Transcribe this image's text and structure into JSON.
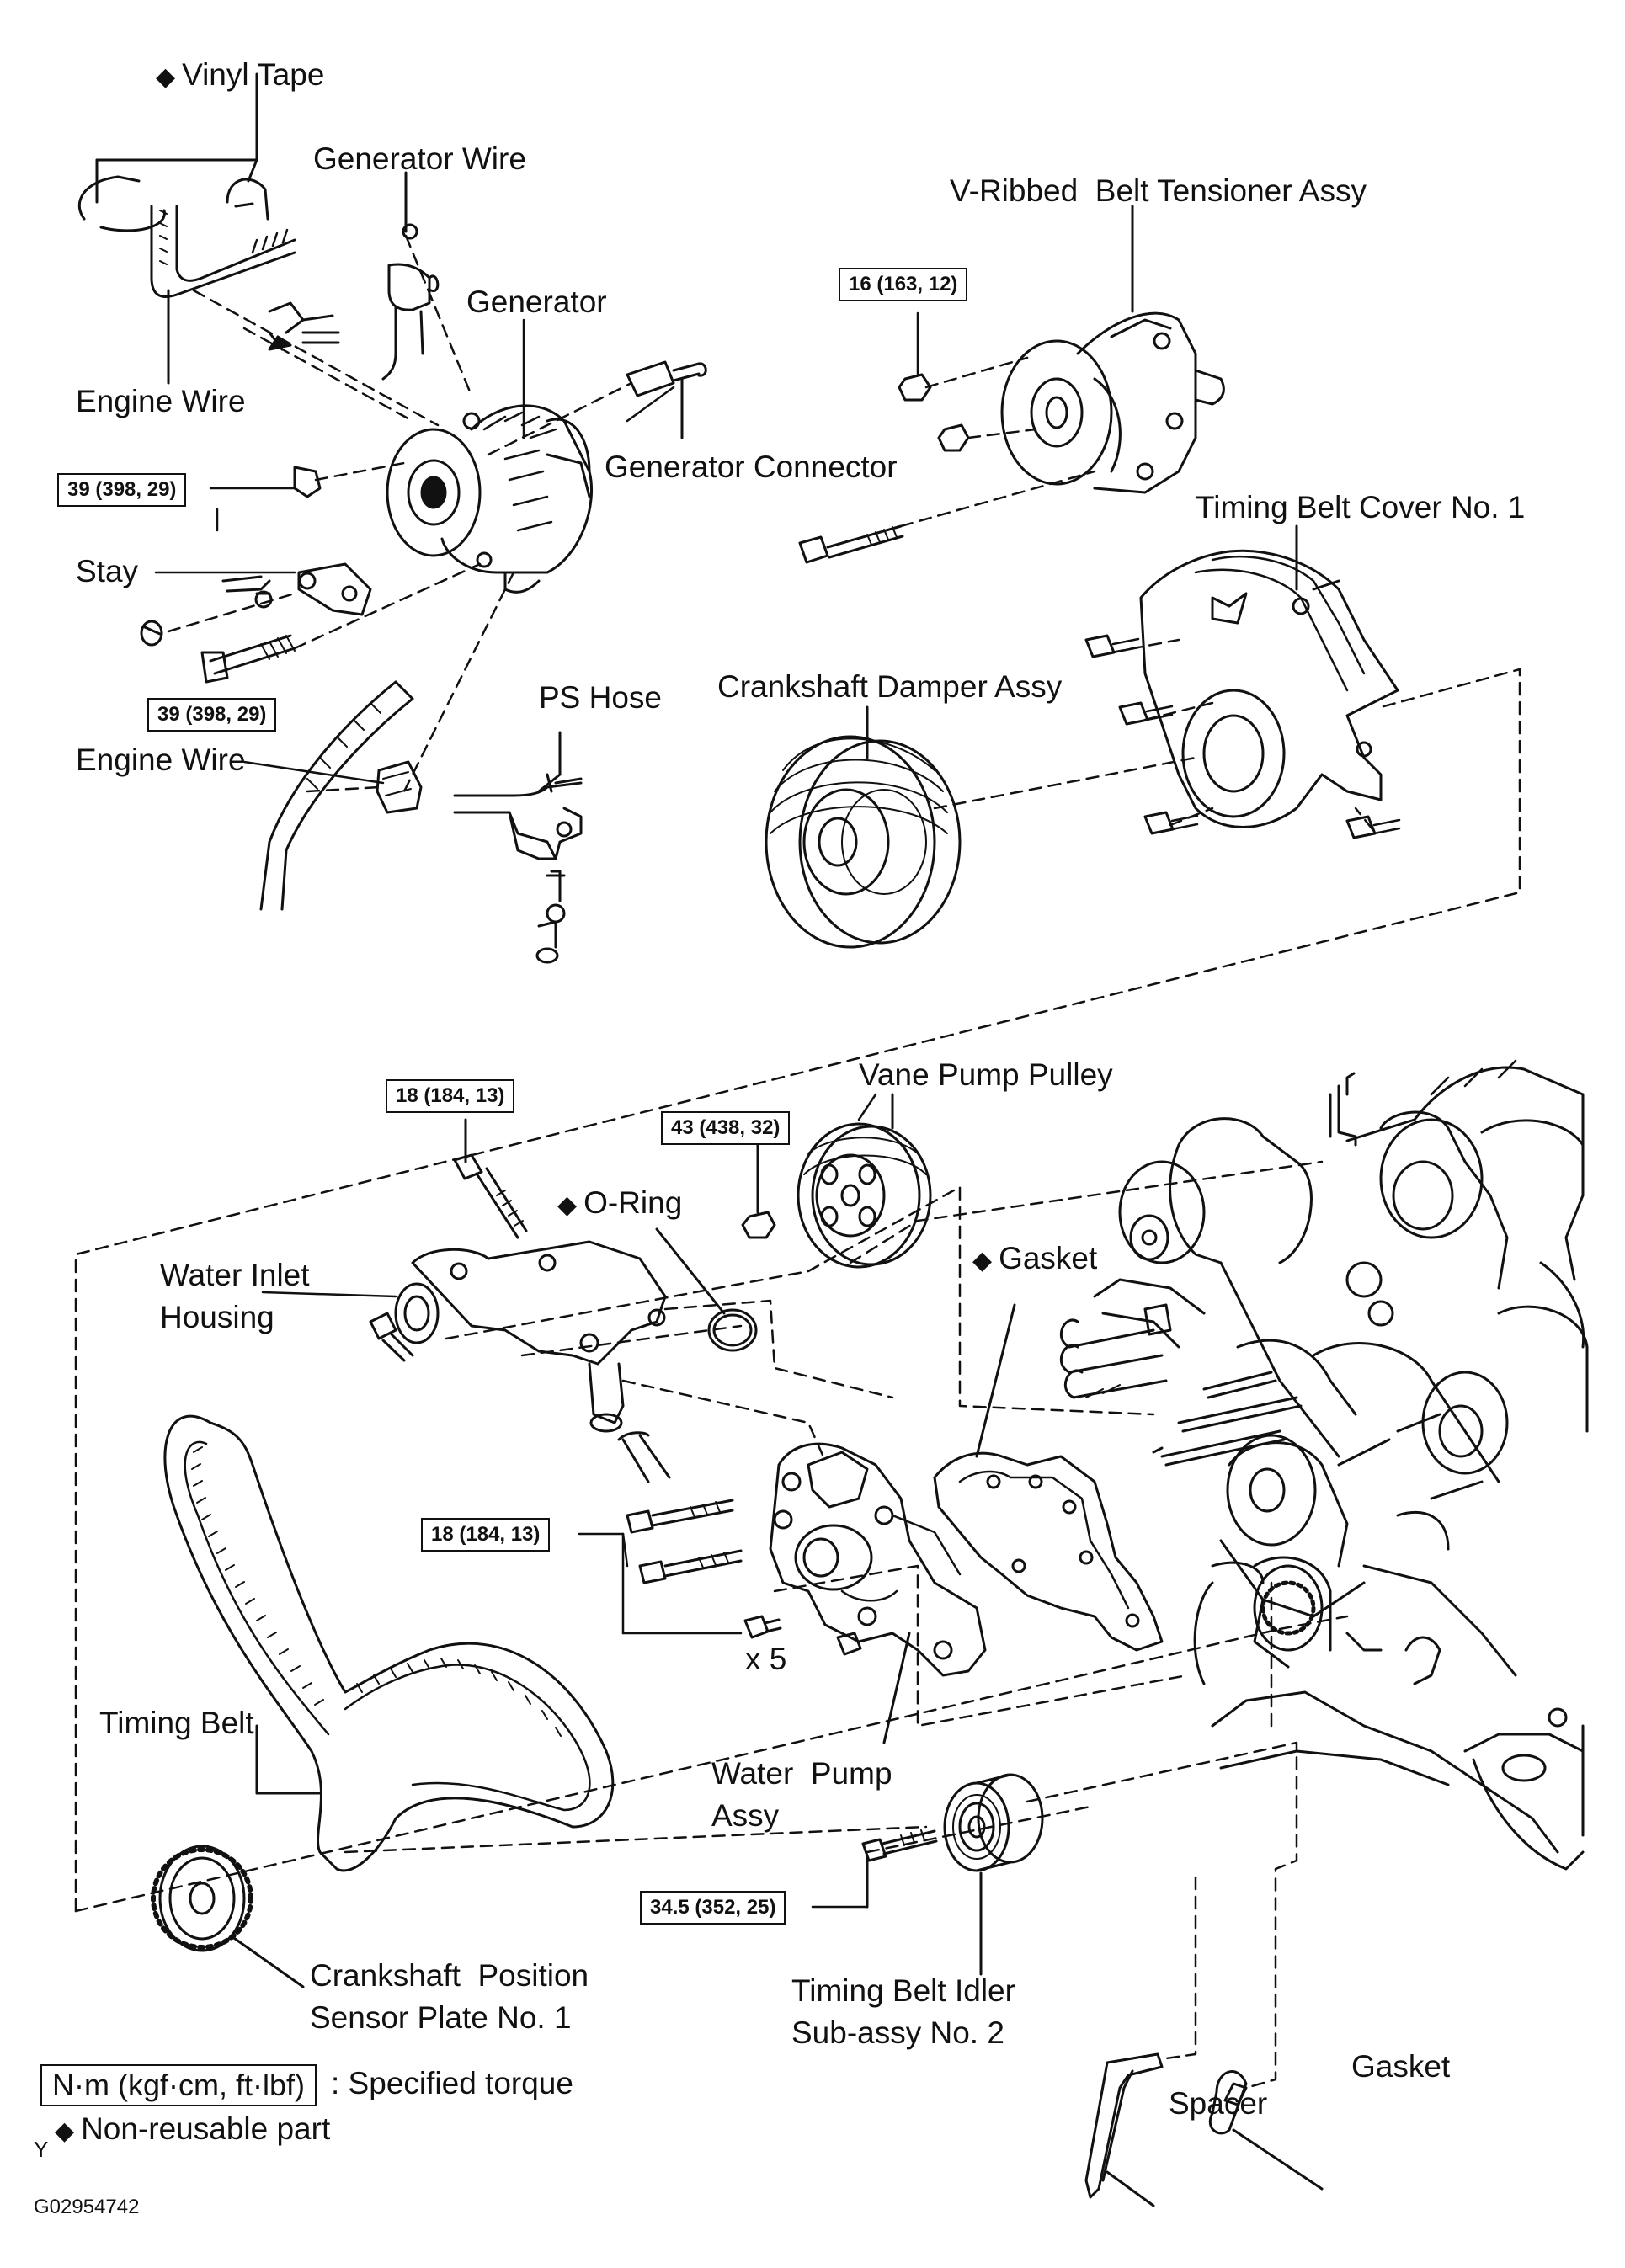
{
  "labels": {
    "vinyl_tape": "Vinyl Tape",
    "generator_wire": "Generator Wire",
    "generator": "Generator",
    "engine_wire_top": "Engine Wire",
    "generator_connector": "Generator Connector",
    "stay": "Stay",
    "engine_wire_bottom": "Engine Wire",
    "ps_hose": "PS Hose",
    "v_ribbed_belt_tensioner": "V-Ribbed  Belt Tensioner Assy",
    "timing_belt_cover": "Timing Belt Cover No. 1",
    "crankshaft_damper": "Crankshaft Damper Assy",
    "vane_pump_pulley": "Vane Pump Pulley",
    "o_ring": "O-Ring",
    "gasket_upper": "Gasket",
    "water_inlet_housing_1": "Water Inlet",
    "water_inlet_housing_2": "Housing",
    "timing_belt": "Timing Belt",
    "x5": "x 5",
    "water_pump_1": "Water  Pump",
    "water_pump_2": "Assy",
    "crank_sensor_1": "Crankshaft  Position",
    "crank_sensor_2": "Sensor Plate No. 1",
    "idler_1": "Timing Belt Idler",
    "idler_2": "Sub-assy No. 2",
    "spacer": "Spacer",
    "gasket_lower": "Gasket"
  },
  "torques": {
    "generator_nut": "39 (398, 29)",
    "generator_bolt": "39 (398, 29)",
    "tensioner": "16 (163, 12)",
    "inlet_bolt": "18 (184, 13)",
    "pump_pulley": "43 (438, 32)",
    "pump_bolts": "18 (184, 13)",
    "idler": "34.5 (352, 25)"
  },
  "legend": {
    "unit_box": "N·m (kgf·cm, ft·lbf)",
    "unit_desc": ": Specified torque",
    "nonreusable": "Non-reusable part",
    "diamond": "◆"
  },
  "footer": {
    "y_mark": "Y",
    "figure_id": "G02954742"
  }
}
